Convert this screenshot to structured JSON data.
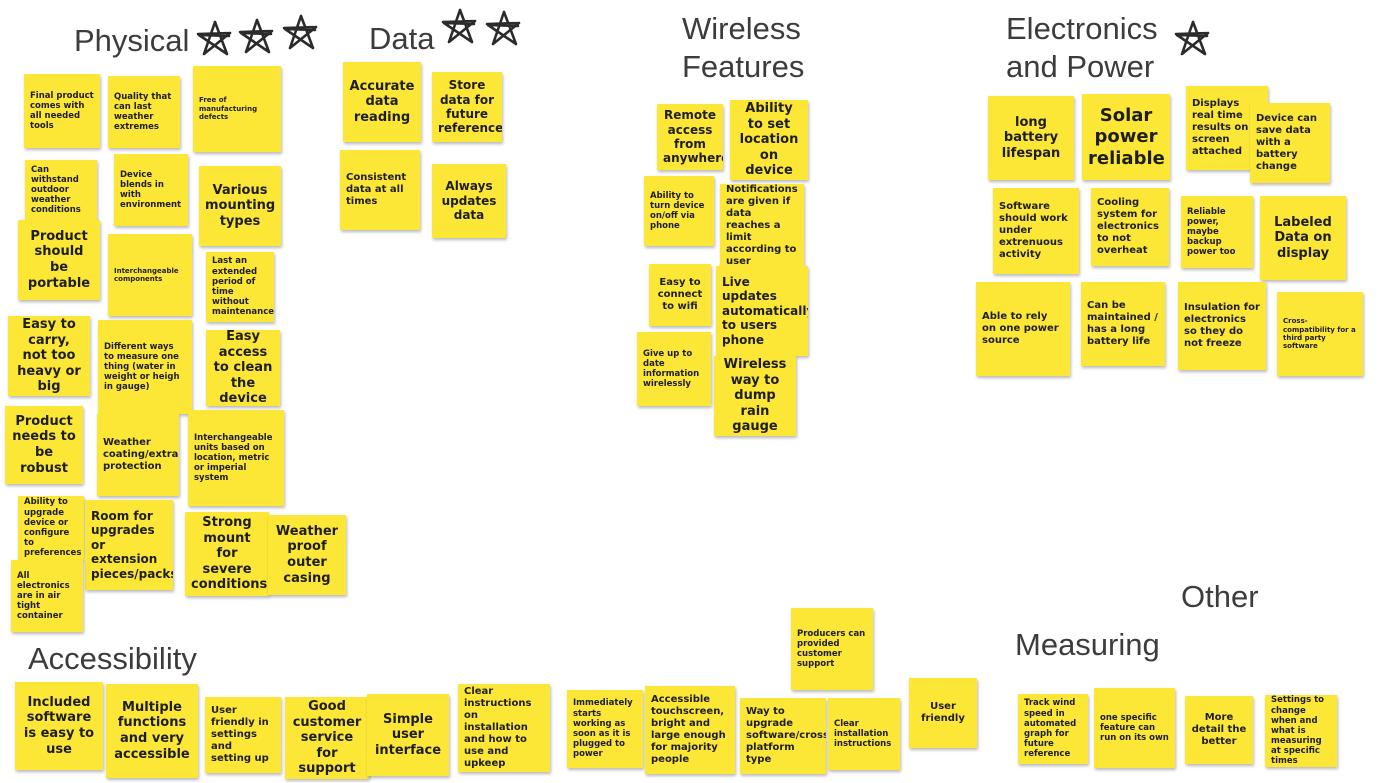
{
  "headings": {
    "physical": "Physical",
    "data": "Data",
    "wireless": "Wireless Features",
    "electronics": "Electronics and Power",
    "accessibility": "Accessibility",
    "other": "Other",
    "measuring": "Measuring"
  },
  "stars": {
    "physical": 3,
    "data": 2,
    "electronics": 1,
    "icon": "hand-drawn-star-icon"
  },
  "colors": {
    "note": "#fde736",
    "heading": "#3c3c3c"
  },
  "notes": {
    "physical": [
      "Final product comes with all needed tools",
      "Quality that can last weather extremes",
      "Free of manufacturing defects",
      "Can withstand outdoor weather conditions",
      "Device blends in with environment",
      "Various mounting types",
      "Product should be portable",
      "Interchangeable components",
      "Last an extended period of time without maintenance",
      "Easy to carry, not too heavy or big",
      "Different ways to measure one thing (water in weight or heigh in gauge)",
      "Easy access to clean the device",
      "Product needs to be robust",
      "Weather coating/extra protection",
      "Interchangeable units based on location, metric or imperial system",
      "Ability to upgrade device or configure to preferences",
      "Room for upgrades or extension pieces/packs",
      "Strong mount for severe conditions",
      "Weather proof outer casing",
      "All electronics are in air tight container"
    ],
    "data": [
      "Accurate data reading",
      "Store data for future reference",
      "Consistent data at all times",
      "Always updates data"
    ],
    "wireless": [
      "Remote access from anywhere",
      "Ability to set location on device",
      "Ability to turn device on/off via phone",
      "Notifications are given if data reaches a limit according to user",
      "Easy to connect to wifi",
      "Live updates automatically to users phone",
      "Give up to date information wirelessly",
      "Wireless way to dump rain gauge"
    ],
    "electronics": [
      "long battery lifespan",
      "Solar power reliable",
      "Displays real time results on screen attached",
      "Device can save data with a battery change",
      "Software should work under extrenuous activity",
      "Cooling system for electronics to not overheat",
      "Reliable power, maybe backup power too",
      "Labeled Data on display",
      "Able to rely on one power source",
      "Can be maintained / has a long battery life",
      "Insulation for electronics so they do not freeze",
      "Cross-compatibility for a third party software"
    ],
    "accessibility": [
      "Included software is easy to use",
      "Multiple functions and very accessible",
      "User friendly in settings and setting up",
      "Good customer service for support",
      "Simple user interface",
      "Clear instructions on installation and how to use and upkeep",
      "Immediately starts working as soon as it is plugged to power",
      "Accessible touchscreen, bright and large enough for majority people",
      "Way to upgrade software/cross platform type",
      "Clear installation instructions",
      "Producers can provided customer support",
      "User friendly"
    ],
    "measuring": [
      "Track wind speed in automated graph for future reference",
      "one specific feature can run on its own",
      "More detail the better",
      "Settings to change when and what is measuring at specific times"
    ]
  }
}
